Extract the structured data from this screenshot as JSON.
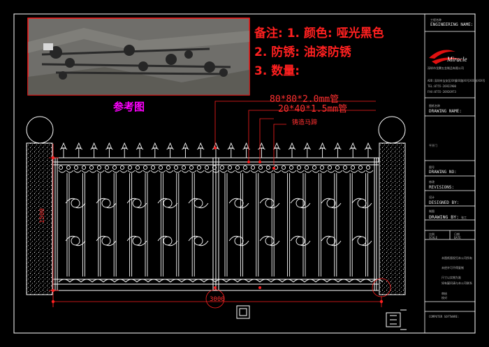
{
  "notes": {
    "line1": "备注: 1. 颜色: 哑光黑色",
    "line2": "2. 防锈: 油漆防锈",
    "line3": "3. 数量:"
  },
  "reference_label": "参考图",
  "callouts": {
    "tube_main": "80*80*2.0mm管",
    "tube_bar": "20*40*1.5mm管",
    "cast": "铸造马蹄"
  },
  "dims": {
    "height": "1500",
    "width": "3000"
  },
  "title_block": {
    "engineering_name_cn": "工程名称",
    "engineering_name": "ENGINEERING NAME:",
    "company_name": "深圳市龙腾五金制品有限公司",
    "address": "ADD:深圳市宝安区XX镇XX路XX号XXX栋XXX号",
    "tel": "TEL:0755-26922900",
    "fax": "FAX:0755-26926973",
    "drawing_name_cn": "图纸名称",
    "drawing_name": "DRAWING NAME:",
    "drawing_name_value": "平开门",
    "drawing_no_cn": "图号",
    "drawing_no": "DRAWING NO:",
    "revisions_cn": "修改",
    "revisions": "REVISIONS:",
    "designed_cn": "设计",
    "designed": "DESIGNED BY:",
    "drawing_by_cn": "制图",
    "drawing_by": "DRAWING BY:",
    "drawing_by_value": "张工",
    "scale_cn": "比例",
    "scale": "SCALE",
    "date_cn": "日期",
    "date": "DATE",
    "note_1": "本图纸版权归本公司所有",
    "note_2": "未经许可不得复制",
    "note_3": "尺寸以实物为准",
    "note_4": "如有疑问请与本公司联系",
    "approved_cn": "审核",
    "checked_cn": "校对",
    "footer": "COMPUTER SOFTWARE:"
  },
  "colors": {
    "background": "#000000",
    "line": "#ffffff",
    "dimension": "#ff2020",
    "reference_label": "#ff00ff"
  }
}
